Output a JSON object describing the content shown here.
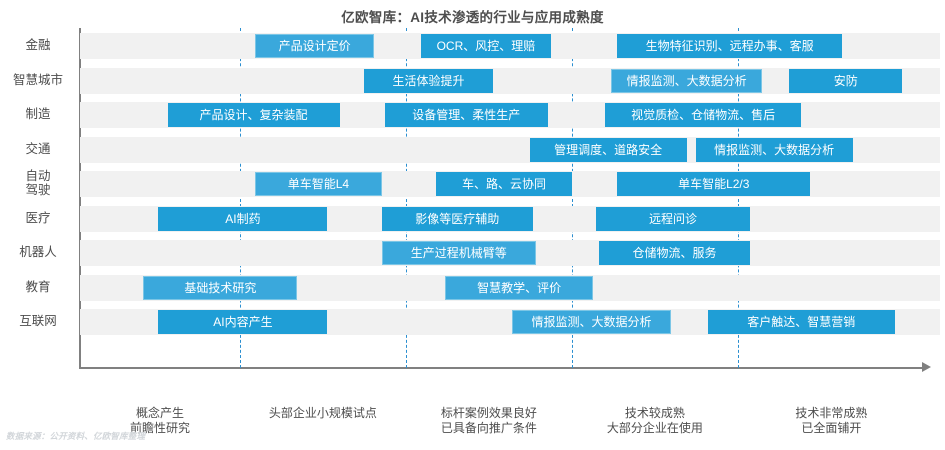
{
  "title": "亿欧智库：AI技术渗透的行业与应用成熟度",
  "footnote": "数据来源：公开资料、亿欧智库整理",
  "colors": {
    "bar_primary": "#1f9ed6",
    "bar_light": "#3aa8dc",
    "band": "#f1f1f1",
    "gridline": "#2b8fd0",
    "axis": "#808080",
    "text": "#4d4d4d"
  },
  "chart_data": {
    "type": "bar",
    "title": "亿欧智库：AI技术渗透的行业与应用成熟度",
    "xlabel": "",
    "ylabel": "",
    "grid": true,
    "legend": "none",
    "xlim": [
      0,
      5
    ],
    "x_stage_ticks": [
      {
        "index": 0,
        "label_line1": "概念产生",
        "label_line2": "前瞻性研究"
      },
      {
        "index": 1,
        "label_line1": "头部企业小规模试点",
        "label_line2": ""
      },
      {
        "index": 2,
        "label_line1": "标杆案例效果良好",
        "label_line2": "已具备向推广条件"
      },
      {
        "index": 3,
        "label_line1": "技术较成熟",
        "label_line2": "大部分企业在使用"
      },
      {
        "index": 4,
        "label_line1": "技术非常成熟",
        "label_line2": "已全面铺开"
      }
    ],
    "categories": [
      "金融",
      "智慧城市",
      "制造",
      "交通",
      "自动驾驶",
      "医疗",
      "机器人",
      "教育",
      "互联网"
    ],
    "series": [
      {
        "category": "金融",
        "label_line1": "金融",
        "label_line2": "",
        "bars": [
          {
            "label": "产品设计定价",
            "start": 1.16,
            "end": 1.95,
            "shade": "light"
          },
          {
            "label": "OCR、风控、理赔",
            "start": 2.26,
            "end": 3.12,
            "shade": "solid"
          },
          {
            "label": "生物特征识别、远程办事、客服",
            "start": 3.56,
            "end": 5.05,
            "shade": "solid"
          }
        ]
      },
      {
        "category": "智慧城市",
        "label_line1": "智慧城市",
        "label_line2": "",
        "bars": [
          {
            "label": "生活体验提升",
            "start": 1.88,
            "end": 2.74,
            "shade": "solid"
          },
          {
            "label": "情报监测、大数据分析",
            "start": 3.52,
            "end": 4.52,
            "shade": "light"
          },
          {
            "label": "安防",
            "start": 4.7,
            "end": 5.45,
            "shade": "solid"
          }
        ]
      },
      {
        "category": "制造",
        "label_line1": "制造",
        "label_line2": "",
        "bars": [
          {
            "label": "产品设计、复杂装配",
            "start": 0.58,
            "end": 1.72,
            "shade": "solid"
          },
          {
            "label": "设备管理、柔性生产",
            "start": 2.02,
            "end": 3.1,
            "shade": "solid"
          },
          {
            "label": "视觉质检、仓储物流、售后",
            "start": 3.48,
            "end": 4.78,
            "shade": "solid"
          }
        ]
      },
      {
        "category": "交通",
        "label_line1": "交通",
        "label_line2": "",
        "bars": [
          {
            "label": "管理调度、道路安全",
            "start": 2.98,
            "end": 4.02,
            "shade": "solid"
          },
          {
            "label": "情报监测、大数据分析",
            "start": 4.08,
            "end": 5.12,
            "shade": "solid"
          }
        ]
      },
      {
        "category": "自动驾驶",
        "label_line1": "自动",
        "label_line2": "驾驶",
        "bars": [
          {
            "label": "单车智能L4",
            "start": 1.16,
            "end": 2.0,
            "shade": "light"
          },
          {
            "label": "车、路、云协同",
            "start": 2.36,
            "end": 3.26,
            "shade": "solid"
          },
          {
            "label": "单车智能L2/3",
            "start": 3.56,
            "end": 4.84,
            "shade": "solid"
          }
        ]
      },
      {
        "category": "医疗",
        "label_line1": "医疗",
        "label_line2": "",
        "bars": [
          {
            "label": "AI制药",
            "start": 0.52,
            "end": 1.64,
            "shade": "solid"
          },
          {
            "label": "影像等医疗辅助",
            "start": 2.0,
            "end": 3.0,
            "shade": "solid"
          },
          {
            "label": "远程问诊",
            "start": 3.42,
            "end": 4.44,
            "shade": "solid"
          }
        ]
      },
      {
        "category": "机器人",
        "label_line1": "机器人",
        "label_line2": "",
        "bars": [
          {
            "label": "生产过程机械臂等",
            "start": 2.0,
            "end": 3.02,
            "shade": "light"
          },
          {
            "label": "仓储物流、服务",
            "start": 3.44,
            "end": 4.44,
            "shade": "solid"
          }
        ]
      },
      {
        "category": "教育",
        "label_line1": "教育",
        "label_line2": "",
        "bars": [
          {
            "label": "基础技术研究",
            "start": 0.42,
            "end": 1.44,
            "shade": "light"
          },
          {
            "label": "智慧教学、评价",
            "start": 2.42,
            "end": 3.4,
            "shade": "light"
          }
        ]
      },
      {
        "category": "互联网",
        "label_line1": "互联网",
        "label_line2": "",
        "bars": [
          {
            "label": "AI内容产生",
            "start": 0.52,
            "end": 1.64,
            "shade": "solid"
          },
          {
            "label": "情报监测、大数据分析",
            "start": 2.86,
            "end": 3.92,
            "shade": "light"
          },
          {
            "label": "客户触达、智慧营销",
            "start": 4.16,
            "end": 5.4,
            "shade": "solid"
          }
        ]
      }
    ]
  }
}
